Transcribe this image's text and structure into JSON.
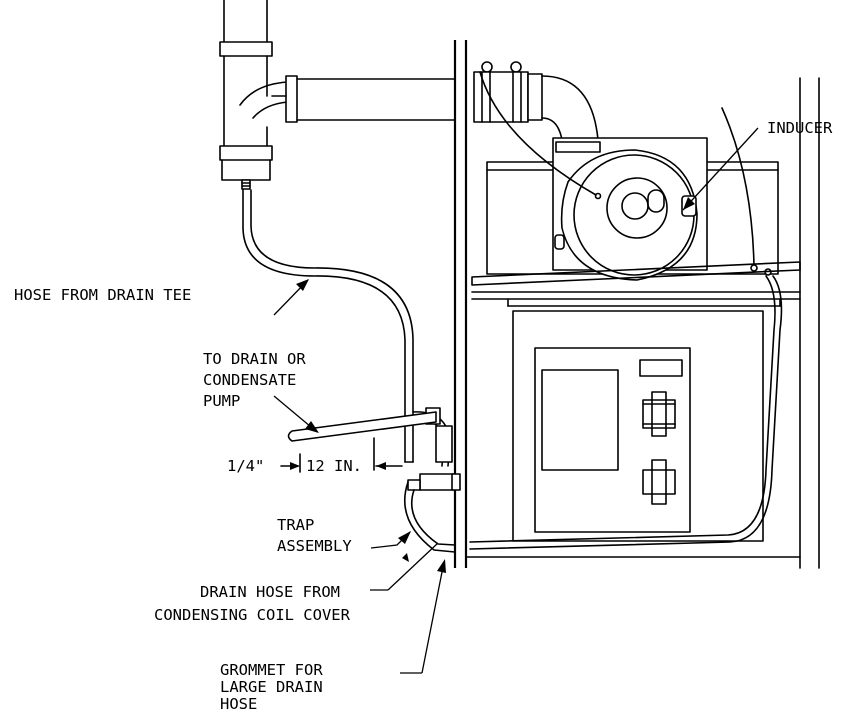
{
  "labels": {
    "inducer": "INDUCER",
    "hose_from_drain_tee": "HOSE FROM DRAIN TEE",
    "to_drain": [
      "TO DRAIN OR",
      "CONDENSATE",
      "PUMP"
    ],
    "quarter_inch": "1/4\"",
    "twelve_in": "12 IN.",
    "trap_assembly": [
      "TRAP",
      "ASSEMBLY"
    ],
    "drain_hose": [
      "DRAIN HOSE FROM",
      "CONDENSING COIL COVER"
    ],
    "grommet": [
      "GROMMET FOR",
      "LARGE DRAIN",
      "HOSE"
    ]
  }
}
